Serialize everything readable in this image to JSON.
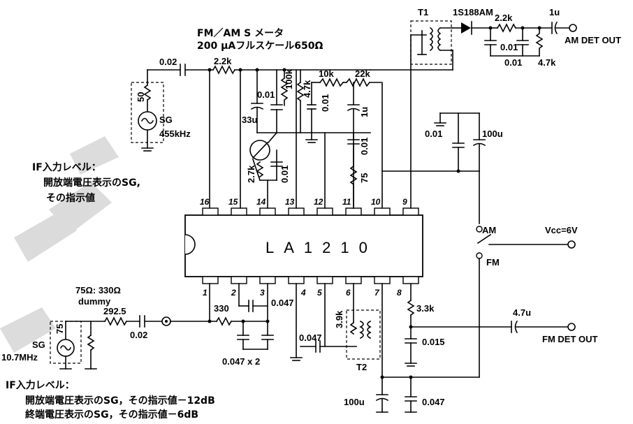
{
  "chip": {
    "name": "LA1210"
  },
  "pins": {
    "top": [
      "16",
      "15",
      "14",
      "13",
      "12",
      "11",
      "10",
      "9"
    ],
    "bottom": [
      "1",
      "2",
      "3",
      "4",
      "5",
      "6",
      "7",
      "8"
    ]
  },
  "meter": {
    "line1": "FM／AM S メータ",
    "line2": "200 μAフルスケール650Ω"
  },
  "labels": {
    "transformer_t1": "T1",
    "diode": "1S188AM",
    "r_2k2_am": "2.2k",
    "cap_1u_out": "1u",
    "am_det_out": "AM DET OUT",
    "cap_001_a": "0.01",
    "cap_001_b": "0.01",
    "r_4k7": "4.7k",
    "cap_002_in": "0.02",
    "r_2k2_in": "2.2k",
    "r_10k": "10k",
    "r_22k": "22k",
    "cap_001_c": "0.01",
    "r_100k": "100k",
    "cap_33u": "33u",
    "r_4k7_v": "4.7k",
    "cap_001_d": "0.01",
    "cap_1u_v": "1u",
    "cap_001_e": "0.01",
    "r_75": "75",
    "r_2k7": "2.7k",
    "cap_001_f": "0.01",
    "r_50": "50",
    "sg_am": "SG",
    "sg_am_freq": "455kHz",
    "cap_001_g": "0.01",
    "cap_100u_a": "100u",
    "am": "AM",
    "fm": "FM",
    "vcc": "Vcc=6V",
    "r_3k3": "3.3k",
    "cap_4u7": "4.7u",
    "fm_det_out": "FM DET OUT",
    "cap_0015": "0.015",
    "cap_100u_b": "100u",
    "cap_0047_b": "0.047",
    "dummy_line1": "75Ω: 330Ω",
    "dummy_line2": "dummy",
    "r_292": "292.5",
    "cap_002_fm": "0.02",
    "r_330": "330",
    "cap_0047_a": "0.047",
    "cap_0047_c": "0.047",
    "cap_0047x2": "0.047 x 2",
    "r_3k9": "3.9k",
    "transformer_t2": "T2",
    "r_75_sg": "75",
    "sg_fm": "SG",
    "sg_fm_freq": "10.7MHz"
  },
  "notes": {
    "if_am_title": "IF入力レベル：",
    "if_am_line1": "開放端電圧表示のSG,",
    "if_am_line2": "その指示値",
    "if_fm_title": "IF入力レベル：",
    "if_fm_line1": "開放端電圧表示のSG，その指示値－12dB",
    "if_fm_line2": "終端電圧表示のSG，その指示値－6dB"
  }
}
